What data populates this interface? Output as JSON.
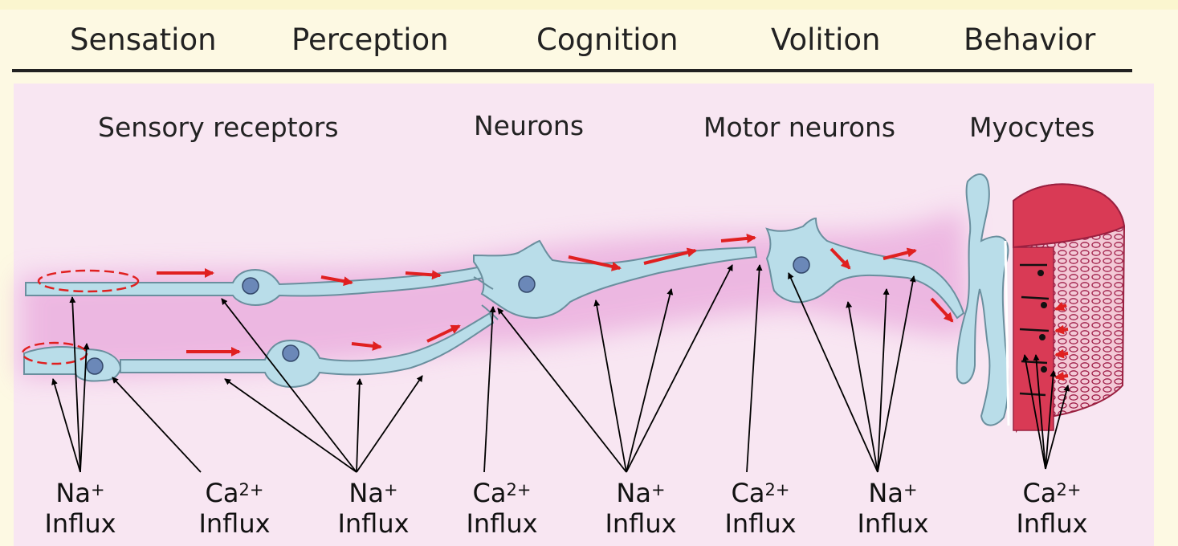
{
  "header": {
    "stages": [
      "Sensation",
      "Perception",
      "Cognition",
      "Volition",
      "Behavior"
    ]
  },
  "cells": {
    "labels": [
      "Sensory receptors",
      "Neurons",
      "Motor neurons",
      "Myocytes"
    ]
  },
  "ions": [
    {
      "base": "Na",
      "charge": "+",
      "word": "Influx"
    },
    {
      "base": "Ca",
      "charge": "2+",
      "word": "Influx"
    },
    {
      "base": "Na",
      "charge": "+",
      "word": "Influx"
    },
    {
      "base": "Ca",
      "charge": "2+",
      "word": "Influx"
    },
    {
      "base": "Na",
      "charge": "+",
      "word": "Influx"
    },
    {
      "base": "Ca",
      "charge": "2+",
      "word": "Influx"
    },
    {
      "base": "Na",
      "charge": "+",
      "word": "Influx"
    },
    {
      "base": "Ca",
      "charge": "2+",
      "word": "Influx"
    }
  ],
  "colors": {
    "background": "#fdf9e3",
    "panel": "#f8e6f2",
    "glow": "#e9a8dc",
    "cell_fill": "#b9dde9",
    "cell_stroke": "#6a8f9e",
    "signal_arrow": "#e02020",
    "muscle": "#d93a55",
    "pointer": "#000000"
  }
}
